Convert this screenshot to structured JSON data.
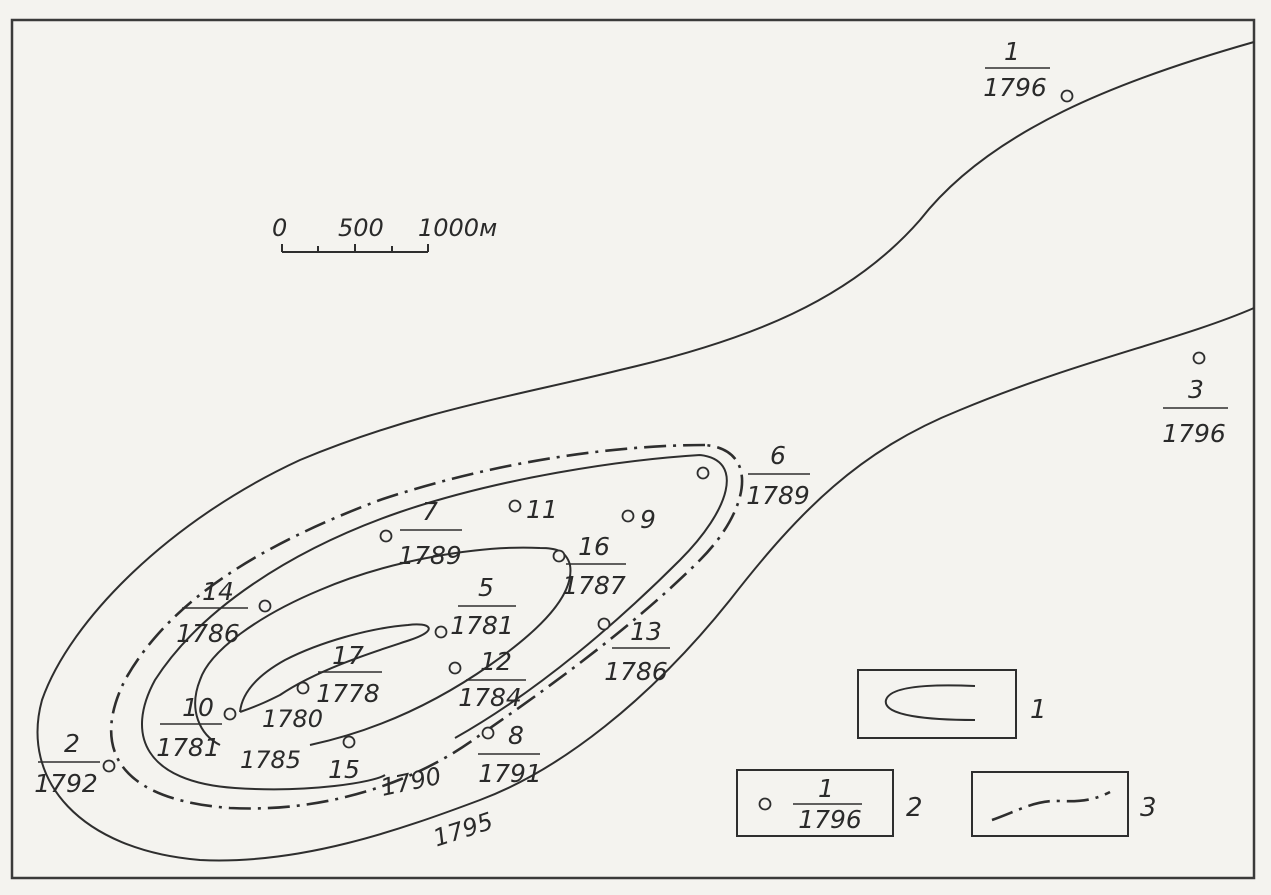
{
  "scale": {
    "ticks": [
      "0",
      "500",
      "1000м"
    ]
  },
  "wells": [
    {
      "id": "w1",
      "num": "1",
      "elev": "1796"
    },
    {
      "id": "w3",
      "num": "3",
      "elev": "1796"
    },
    {
      "id": "w6",
      "num": "6",
      "elev": "1789"
    },
    {
      "id": "w7",
      "num": "7",
      "elev": "1789"
    },
    {
      "id": "w11",
      "num": "11"
    },
    {
      "id": "w9",
      "num": "9"
    },
    {
      "id": "w16",
      "num": "16",
      "elev": "1787"
    },
    {
      "id": "w14",
      "num": "14",
      "elev": "1786"
    },
    {
      "id": "w5",
      "num": "5",
      "elev": "1781"
    },
    {
      "id": "w13",
      "num": "13",
      "elev": "1786"
    },
    {
      "id": "w17",
      "num": "17",
      "elev": "1778"
    },
    {
      "id": "w12",
      "num": "12",
      "elev": "1784"
    },
    {
      "id": "w10",
      "num": "10",
      "elev": "1781"
    },
    {
      "id": "w8",
      "num": "8",
      "elev": "1791"
    },
    {
      "id": "w2",
      "num": "2",
      "elev": "1792"
    },
    {
      "id": "w15",
      "num": "15"
    }
  ],
  "contours": [
    "1780",
    "1785",
    "1790",
    "1795"
  ],
  "legend": [
    {
      "key": "1"
    },
    {
      "key": "2",
      "sample_num": "1",
      "sample_elev": "1796"
    },
    {
      "key": "3"
    }
  ]
}
